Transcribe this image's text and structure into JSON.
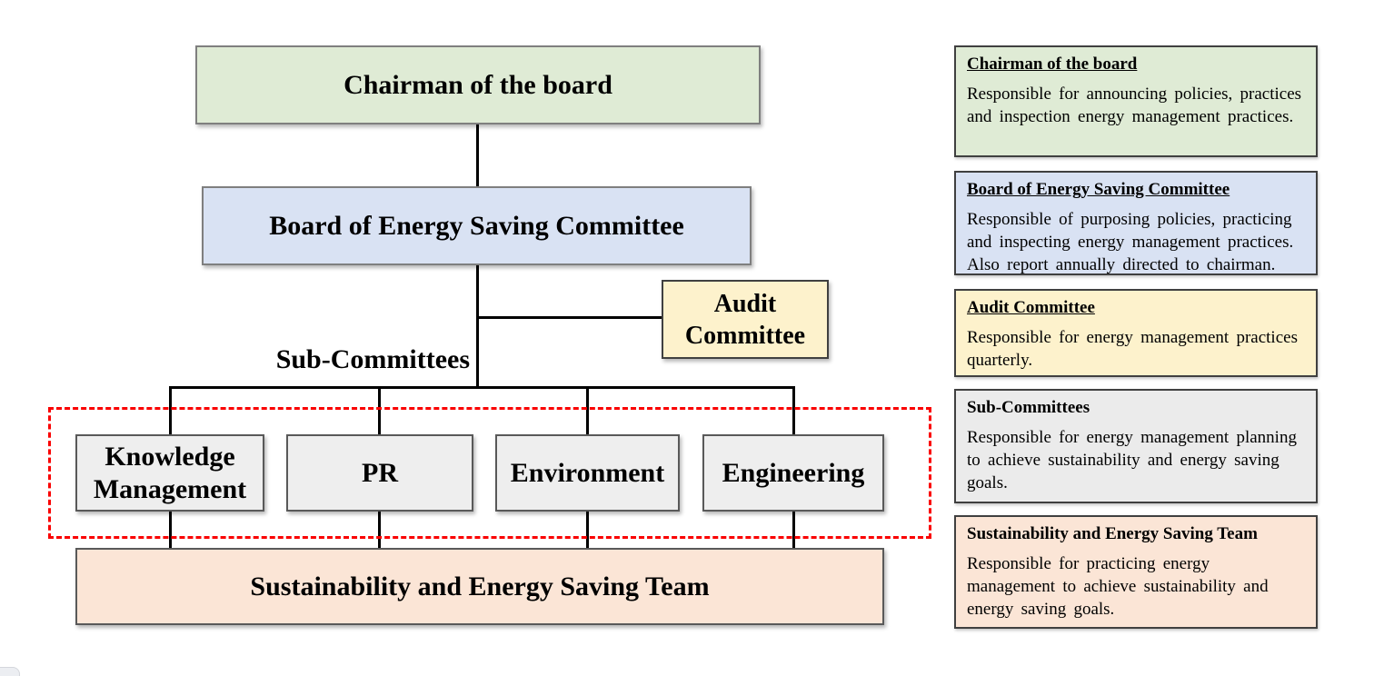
{
  "page": {
    "background": "#ffffff"
  },
  "org_chart": {
    "nodes": {
      "chairman": {
        "label": "Chairman of the board",
        "fill": "#dfebd5"
      },
      "board": {
        "label": "Board of Energy Saving Committee",
        "fill": "#d9e2f3"
      },
      "audit": {
        "label": "Audit Committee",
        "fill": "#fdf2cc"
      },
      "team": {
        "label": "Sustainability and Energy Saving Team",
        "fill": "#fbe5d6"
      }
    },
    "sub_committees_label": "Sub-Committees",
    "sub_committees": [
      {
        "label": "Knowledge Management",
        "fill": "#eeeeee"
      },
      {
        "label": "PR",
        "fill": "#eeeeee"
      },
      {
        "label": "Environment",
        "fill": "#eeeeee"
      },
      {
        "label": "Engineering",
        "fill": "#eeeeee"
      }
    ],
    "group_outline_color": "#fa0000",
    "connector_color": "#000000"
  },
  "legend": {
    "items": [
      {
        "title": "Chairman of the board",
        "underlined": true,
        "body": "Responsible for announcing policies, practices and inspection energy management practices.",
        "fill": "#dfebd5"
      },
      {
        "title": "Board of Energy Saving Committee",
        "underlined": true,
        "body": "Responsible of purposing policies, practicing and inspecting energy management practices. Also report annually directed to chairman.",
        "fill": "#d9e2f3"
      },
      {
        "title": "Audit Committee",
        "underlined": true,
        "body": "Responsible for energy management practices quarterly.",
        "fill": "#fdf2cc"
      },
      {
        "title": "Sub-Committees",
        "underlined": false,
        "body": "Responsible for energy management planning to achieve sustainability and energy saving goals.",
        "fill": "#ebebeb"
      },
      {
        "title": "Sustainability and Energy Saving Team",
        "underlined": false,
        "body": "Responsible for practicing energy management to achieve sustainability and energy saving goals.",
        "fill": "#fbe5d6"
      }
    ]
  }
}
